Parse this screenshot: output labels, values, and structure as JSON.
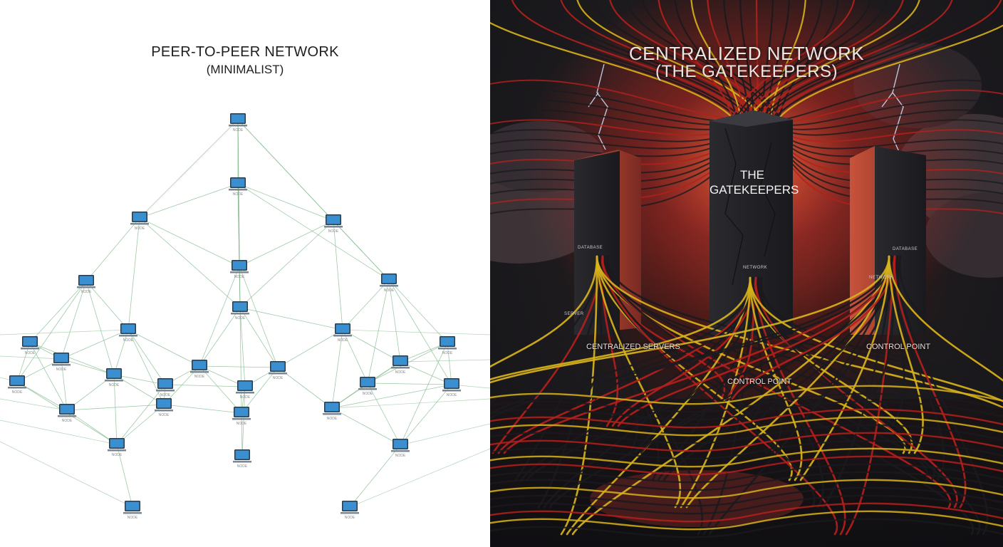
{
  "left_panel": {
    "title": "PEER-TO-PEER NETWORK",
    "subtitle": "(MINIMALIST)",
    "node_label": "NODE",
    "colors": {
      "link": "#7fb88a",
      "screen": "#3a8fd0",
      "bezel": "#2b3a4a"
    }
  },
  "right_panel": {
    "title": "CENTRALIZED NETWORK",
    "subtitle": "(THE GATEKEEPERS)",
    "tower_label_line1": "THE",
    "tower_label_line2": "GATEKEEPERS",
    "annotations": {
      "left_servers": "CENTRALIZED SERVERS",
      "center_point": "CONTROL POINT",
      "right_point": "CONTROL POINT"
    },
    "small_labels": {
      "left_tower_top": "DATABASE",
      "left_tower_low": "SERVER",
      "center_tower": "NETWORK",
      "right_tower_top": "DATABASE",
      "right_tower_low": "NETWORK"
    },
    "colors": {
      "glow": "#e2412e",
      "cable_dark": "#1a1a1e",
      "cable_red": "#b3201c",
      "cable_yellow": "#d8b21a",
      "tower": "#1f1f23"
    }
  }
}
